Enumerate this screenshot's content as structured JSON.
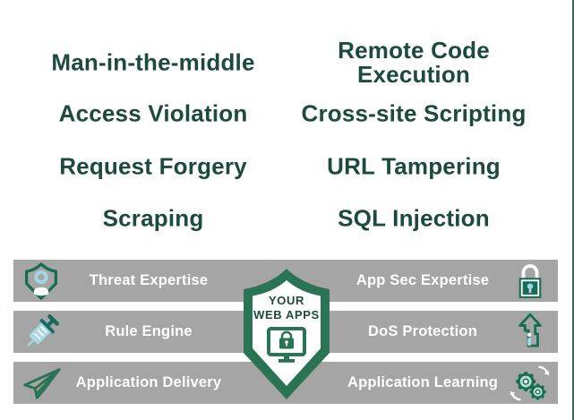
{
  "palette": {
    "dark_green_text": "#1c4a3e",
    "shield_green": "#2b7355",
    "icon_green": "#156e52",
    "bar_gray": "#a5a5a5",
    "light_blue": "#a3d5e2",
    "light_teal": "#b7dcd4",
    "label_white": "#ffffff"
  },
  "threats": {
    "left": [
      "Man-in-the-middle",
      "Access Violation",
      "Request Forgery",
      "Scraping"
    ],
    "right": [
      "Remote Code Execution",
      "Cross-site Scripting",
      "URL Tampering",
      "SQL Injection"
    ]
  },
  "capabilities": {
    "rows": [
      {
        "left": {
          "label": "Threat Expertise",
          "icon": "person-shield-icon"
        },
        "right": {
          "label": "App Sec Expertise",
          "icon": "padlock-icon"
        }
      },
      {
        "left": {
          "label": "Rule Engine",
          "icon": "syringe-icon"
        },
        "right": {
          "label": "DoS Protection",
          "icon": "arrow-up-icon"
        }
      },
      {
        "left": {
          "label": "Application Delivery",
          "icon": "paper-plane-icon"
        },
        "right": {
          "label": "Application Learning",
          "icon": "gears-icon"
        }
      }
    ]
  },
  "shield_badge": {
    "line1": "YOUR",
    "line2": "WEB APPS",
    "icon": "locked-monitor-icon"
  }
}
